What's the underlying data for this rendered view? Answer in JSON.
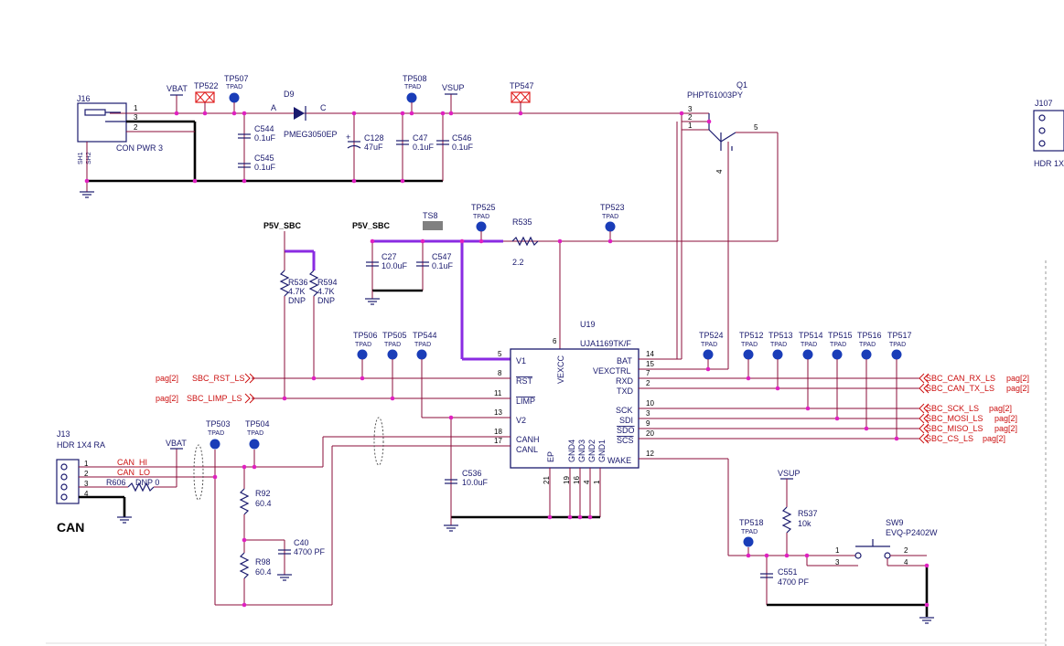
{
  "colors": {
    "wire": "#8b0d3a",
    "net_label": "#cc1111",
    "component": "#1a1a6e",
    "highlight": "#8a2be2",
    "node": "#e020c0",
    "testpoint": "#1a3db8"
  },
  "section_title": "CAN",
  "power": {
    "vbat_top": "VBAT",
    "vsup_top": "VSUP",
    "p5v_left": "P5V_SBC",
    "p5v_mid": "P5V_SBC",
    "vbat_can": "VBAT",
    "vsup_wake": "VSUP"
  },
  "connectors": {
    "j16": {
      "ref": "J16",
      "value": "CON PWR 3",
      "pins": [
        "1",
        "3",
        "2"
      ],
      "shields": [
        "SH1",
        "SH2"
      ]
    },
    "j13": {
      "ref": "J13",
      "value": "HDR 1X4 RA",
      "pins": [
        "1",
        "2",
        "3",
        "4"
      ]
    },
    "j107": {
      "ref": "J107",
      "value": "HDR 1X"
    }
  },
  "diode": {
    "ref": "D9",
    "value": "PMEG3050EP",
    "anode": "A",
    "cathode": "C"
  },
  "transistor": {
    "ref": "Q1",
    "value": "PHPT61003PY",
    "pins": [
      "3",
      "2",
      "1",
      "5",
      "4"
    ]
  },
  "ic": {
    "ref": "U19",
    "value": "UJA1169TK/F",
    "left_pins": [
      {
        "num": "5",
        "name": "V1"
      },
      {
        "num": "8",
        "name": "RST"
      },
      {
        "num": "11",
        "name": "LIMP"
      },
      {
        "num": "13",
        "name": "V2"
      },
      {
        "num": "18",
        "name": "CANH"
      },
      {
        "num": "17",
        "name": "CANL"
      }
    ],
    "top_pin": {
      "num": "6",
      "name": "VEXCC"
    },
    "right_pins": [
      {
        "num": "14",
        "name": "BAT"
      },
      {
        "num": "15",
        "name": "VEXCTRL"
      },
      {
        "num": "7",
        "name": "RXD"
      },
      {
        "num": "2",
        "name": "TXD"
      },
      {
        "num": "10",
        "name": "SCK"
      },
      {
        "num": "3",
        "name": "SDI"
      },
      {
        "num": "9",
        "name": "SDO"
      },
      {
        "num": "20",
        "name": "SCS"
      },
      {
        "num": "12",
        "name": "WAKE"
      }
    ],
    "bottom_pins": [
      {
        "num": "21",
        "name": "EP"
      },
      {
        "num": "19",
        "name": "GND4"
      },
      {
        "num": "16",
        "name": "GND3"
      },
      {
        "num": "4",
        "name": "GND2"
      },
      {
        "num": "1",
        "name": "GND1"
      }
    ]
  },
  "capacitors": {
    "c544": {
      "ref": "C544",
      "value": "0.1uF"
    },
    "c545": {
      "ref": "C545",
      "value": "0.1uF"
    },
    "c128": {
      "ref": "C128",
      "value": "47uF",
      "plus": "+"
    },
    "c47": {
      "ref": "C47",
      "value": "0.1uF"
    },
    "c546": {
      "ref": "C546",
      "value": "0.1uF"
    },
    "c27": {
      "ref": "C27",
      "value": "10.0uF"
    },
    "c547": {
      "ref": "C547",
      "value": "0.1uF"
    },
    "c536": {
      "ref": "C536",
      "value": "10.0uF"
    },
    "c40": {
      "ref": "C40",
      "value": "4700 PF"
    },
    "c551": {
      "ref": "C551",
      "value": "4700 PF"
    }
  },
  "resistors": {
    "r535": {
      "ref": "R535",
      "value": "2.2"
    },
    "r536": {
      "ref": "R536",
      "value": "4.7K",
      "note": "DNP"
    },
    "r594": {
      "ref": "R594",
      "value": "4.7K",
      "note": "DNP"
    },
    "r606": {
      "ref": "R606",
      "value": "DNP 0"
    },
    "r92": {
      "ref": "R92",
      "value": "60.4"
    },
    "r98": {
      "ref": "R98",
      "value": "60.4"
    },
    "r537": {
      "ref": "R537",
      "value": "10k"
    }
  },
  "switch": {
    "ref": "SW9",
    "value": "EVQ-P2402W",
    "pins": [
      "1",
      "3",
      "2",
      "4"
    ]
  },
  "testpoints": {
    "type": "TPAD",
    "tp507": "TP507",
    "tp522": "TP522",
    "tp508": "TP508",
    "tp547": "TP547",
    "ts8": "TS8",
    "tp525": "TP525",
    "tp523": "TP523",
    "tp506": "TP506",
    "tp505": "TP505",
    "tp544": "TP544",
    "tp524": "TP524",
    "tp512": "TP512",
    "tp513": "TP513",
    "tp514": "TP514",
    "tp515": "TP515",
    "tp516": "TP516",
    "tp517": "TP517",
    "tp503": "TP503",
    "tp504": "TP504",
    "tp518": "TP518"
  },
  "nets_left": [
    {
      "page": "pag[2]",
      "name": "SBC_RST_LS"
    },
    {
      "page": "pag[2]",
      "name": "SBC_LIMP_LS"
    }
  ],
  "nets_right": [
    {
      "name": "SBC_CAN_RX_LS",
      "page": "pag[2]"
    },
    {
      "name": "SBC_CAN_TX_LS",
      "page": "pag[2]"
    },
    {
      "name": "SBC_SCK_LS",
      "page": "pag[2]"
    },
    {
      "name": "SBC_MOSI_LS",
      "page": "pag[2]"
    },
    {
      "name": "SBC_MISO_LS",
      "page": "pag[2]"
    },
    {
      "name": "SBC_CS_LS",
      "page": "pag[2]"
    }
  ],
  "can_nets": {
    "hi": "CAN_HI",
    "lo": "CAN_LO"
  }
}
